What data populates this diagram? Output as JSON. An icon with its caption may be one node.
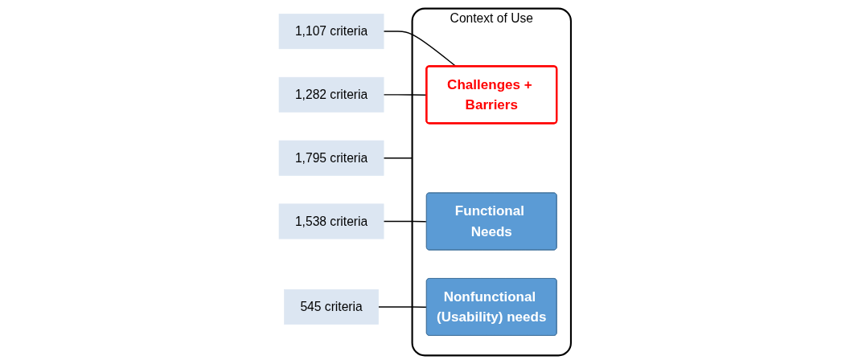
{
  "diagram": {
    "nodes": [
      {
        "text": [
          "Context of Use"
        ]
      },
      {
        "text": [
          "Challenges + Barriers"
        ],
        "in": 0
      },
      {
        "text": [
          "Functional Needs"
        ],
        "in": 0
      },
      {
        "text": [
          "Nonfunctional (Usability) needs"
        ],
        "in": 0
      },
      {
        "text": [
          "1,107 criteria"
        ]
      },
      {
        "text": [
          "1,282 criteria"
        ]
      },
      {
        "text": [
          "1,538 criteria"
        ]
      },
      {
        "text": [
          "545 criteria"
        ]
      },
      {
        "text": [
          "1,795 criteria"
        ]
      }
    ],
    "edges": [
      {
        "from": 4,
        "to": 1,
        "arrow": "none"
      },
      {
        "from": 5,
        "to": 1,
        "arrow": "none"
      },
      {
        "from": 6,
        "to": 2,
        "arrow": "none"
      },
      {
        "from": 7,
        "to": 3,
        "arrow": "none"
      },
      {
        "from": 8,
        "to": 0,
        "arrow": "none"
      }
    ]
  }
}
